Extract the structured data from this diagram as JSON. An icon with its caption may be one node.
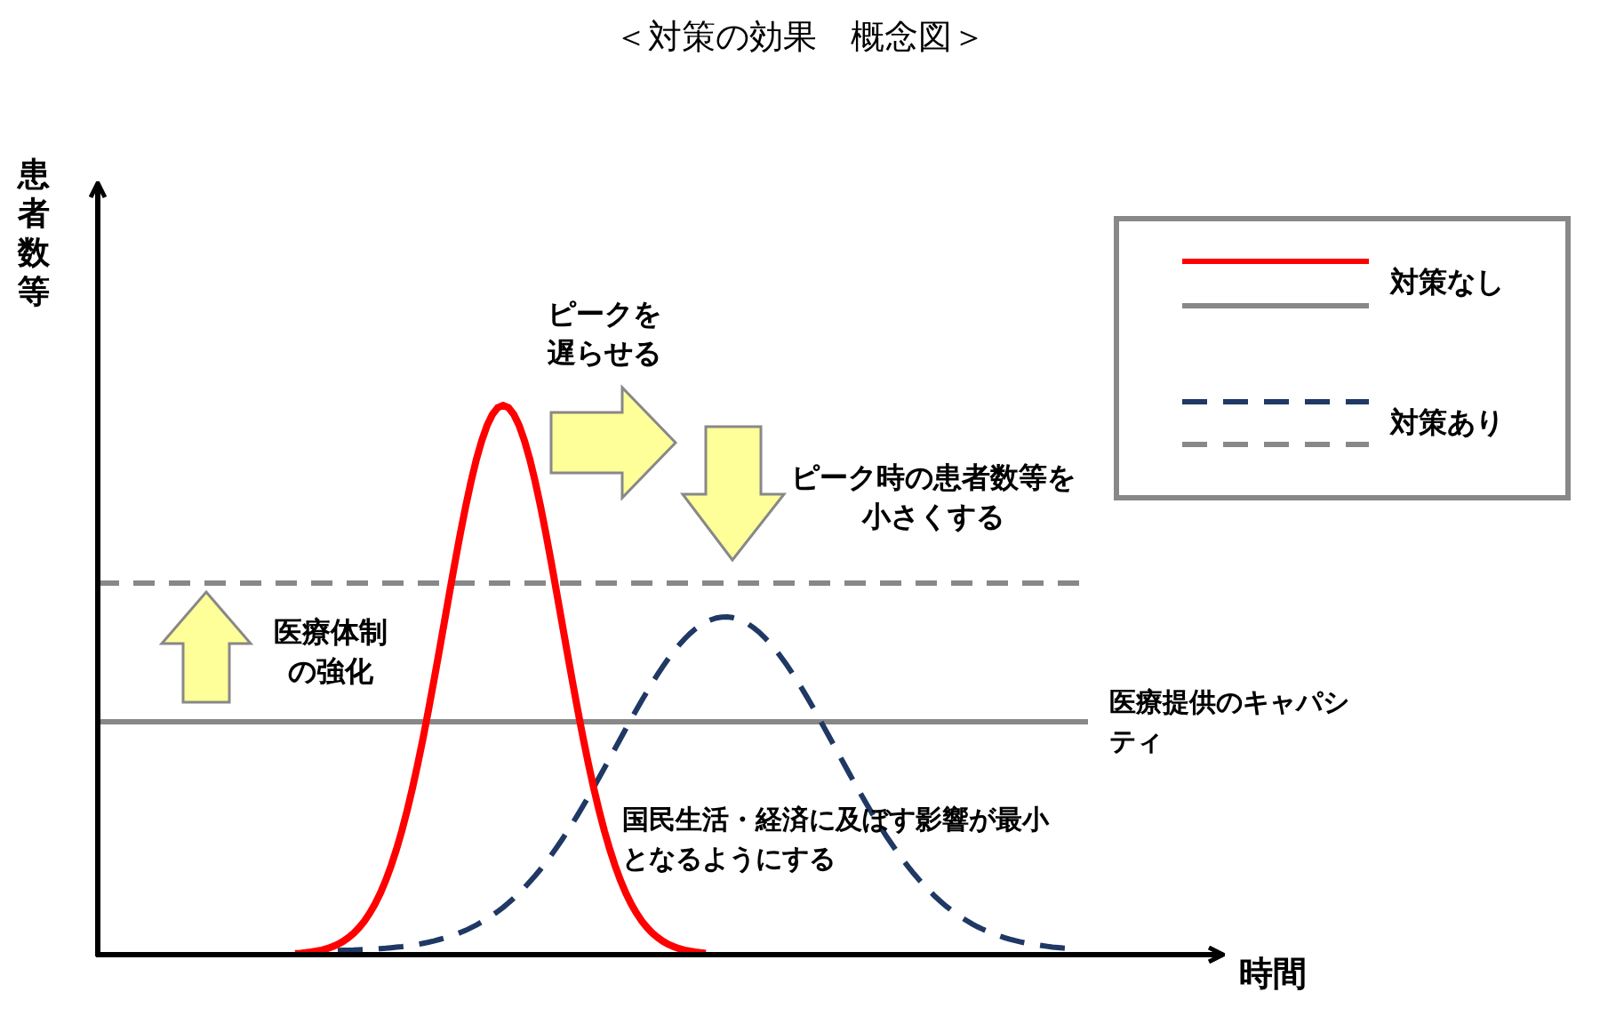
{
  "diagram": {
    "title": "＜対策の効果　概念図＞",
    "labels": [
      "患者数等",
      "ピークを遅らせる",
      "ピーク時の患者数等を小さくする",
      "医療体制の強化",
      "医療提供のキャパシティ",
      "国民生活・経済に及ぼす影響が最小となるようにする",
      "時間"
    ],
    "legend": [
      {
        "text": "対策なし"
      },
      {
        "text": "対策あり"
      }
    ]
  }
}
